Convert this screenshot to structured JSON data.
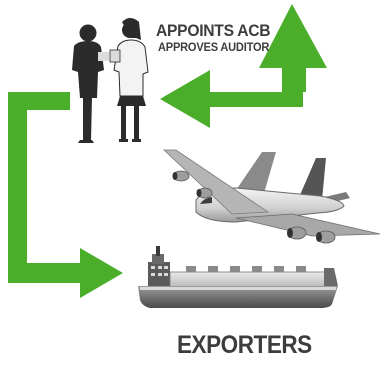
{
  "labels": {
    "appoints": "APPOINTS ACB",
    "approves": "APPROVES AUDITOR",
    "exporters": "EXPORTERS"
  },
  "colors": {
    "arrow_green": "#4aae2a",
    "label_text": "#3d3d3d",
    "figure_gray": "#2b2b2b"
  },
  "icons": {
    "people": "business-people-icon",
    "plane": "airplane-icon",
    "ship": "cargo-ship-icon"
  }
}
